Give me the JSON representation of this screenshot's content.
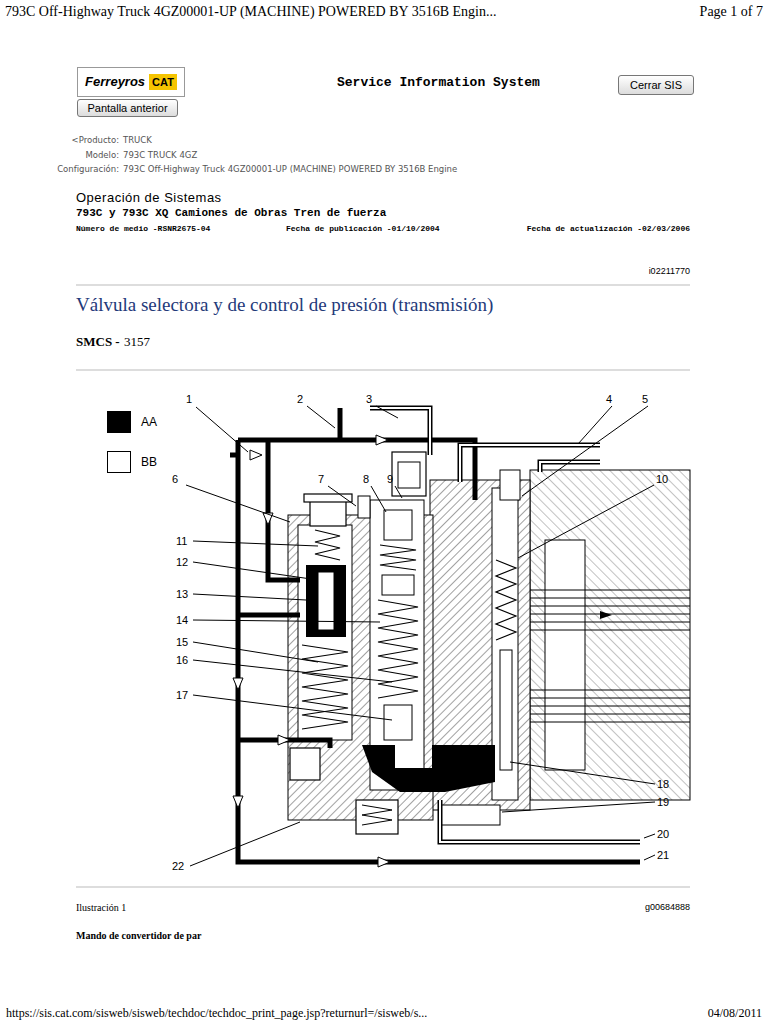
{
  "diagram": {
    "title": "Válvula selectora y de control de presión (transmisión)",
    "caption": "Mando de convertidor de par",
    "nodes": [
      {
        "text": [
          "Ferreyros",
          "CAT"
        ]
      },
      {
        "text": [
          "Cerrar SIS"
        ]
      },
      {
        "text": [
          "Pantalla anterior"
        ]
      }
    ],
    "labels": [
      "793C Off-Highway Truck 4GZ00001-UP (MACHINE) POWERED BY 3516B Engin...",
      "Page 1 of 7",
      "Service Information System",
      "<Producto:",
      "TRUCK",
      "Modelo:",
      "793C TRUCK 4GZ",
      "Configuración:",
      "793C Off-Highway Truck 4GZ00001-UP (MACHINE) POWERED BY 3516B Engine",
      "Operación de Sistemas",
      "793C y 793C XQ Camiones de Obras Tren de fuerza",
      "Número de medio -RSNR2675-04",
      "Fecha de publicación -01/10/2004",
      "Fecha de actualización -02/03/2006",
      "i02211770",
      "SMCS -",
      "3157",
      "1",
      "2",
      "3",
      "4",
      "5",
      "6",
      "7",
      "8",
      "9",
      "10",
      "11",
      "12",
      "13",
      "14",
      "15",
      "16",
      "17",
      "18",
      "19",
      "20",
      "21",
      "22",
      "Ilustración 1",
      "g00684888",
      "https://sis.cat.com/sisweb/sisweb/techdoc/techdoc_print_page.jsp?returnurl=/sisweb/s...",
      "04/08/2011"
    ],
    "legend": [
      {
        "text": "AA",
        "color": "#000000"
      },
      {
        "text": "BB",
        "color": "#ffffff"
      }
    ]
  }
}
